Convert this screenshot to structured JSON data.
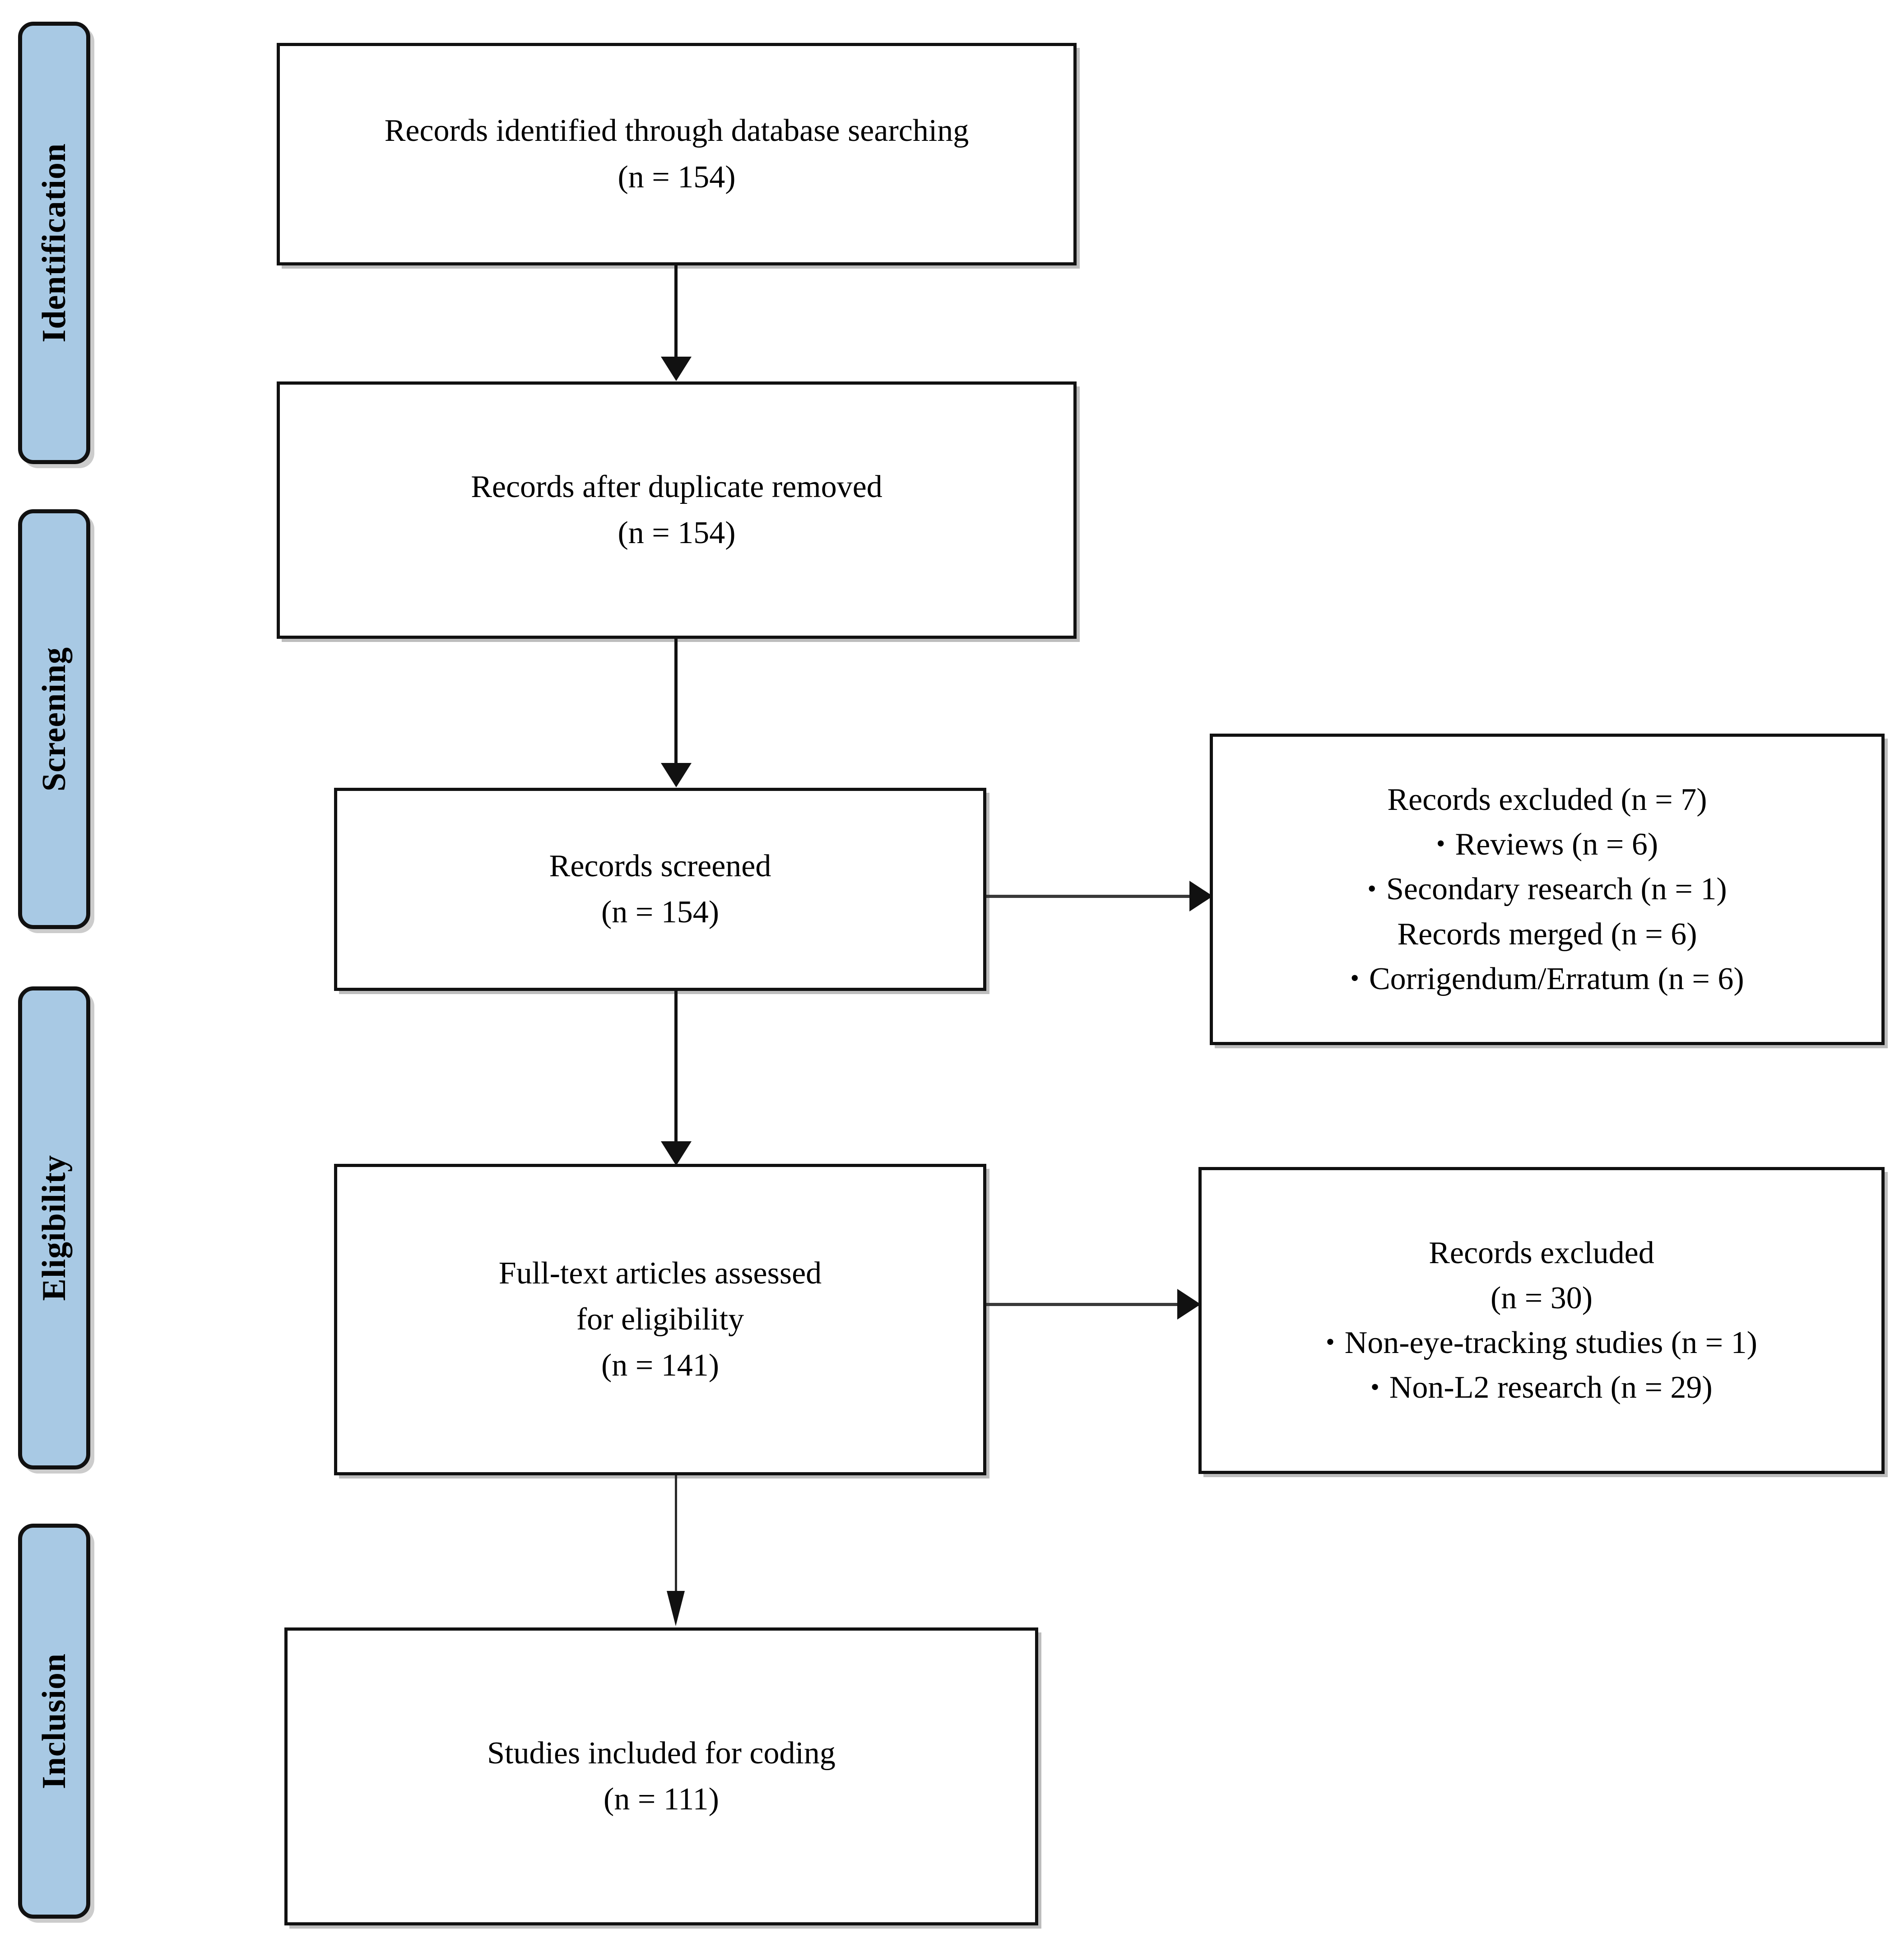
{
  "diagram": {
    "title": "PRISMA flow diagram of study selection",
    "accent_color": "#a8c9e4",
    "line_color": "#111111",
    "background_color": "#ffffff"
  },
  "stages": [
    {
      "label": "Identification"
    },
    {
      "label": "Screening"
    },
    {
      "label": "Eligibility"
    },
    {
      "label": "Inclusion"
    }
  ],
  "boxes": {
    "identified": {
      "line1": "Records identified through database  searching",
      "line2": "(n = 154)"
    },
    "after_duplicates": {
      "line1": "Records after duplicate removed",
      "line2": "(n = 154)"
    },
    "screened": {
      "line1": "Records screened",
      "line2": "(n = 154)"
    },
    "excluded_screening": {
      "line1": "Records excluded (n = 7)",
      "line2": "Reviews (n = 6)",
      "line3": "Secondary research (n = 1)",
      "line4": "Records merged (n = 6)",
      "line5": "Corrigendum/Erratum (n = 6)",
      "bullet": "•"
    },
    "fulltext": {
      "line1": "Full-text articles assessed",
      "line2": "for eligibility",
      "line3": "(n = 141)"
    },
    "excluded_eligibility": {
      "line1": "Records excluded",
      "line2": "(n = 30)",
      "line3": "Non-eye-tracking studies (n = 1)",
      "line4": "Non-L2 research (n = 29)",
      "bullet": "•"
    },
    "included": {
      "line1": "Studies included for coding",
      "line2": "(n = 111)"
    }
  },
  "chart_data": {
    "type": "diagram",
    "title": "PRISMA flow diagram",
    "nodes": [
      {
        "id": "identified",
        "stage": "Identification",
        "label": "Records identified through database searching",
        "n": 154
      },
      {
        "id": "after_duplicates",
        "stage": "Identification",
        "label": "Records after duplicate removed",
        "n": 154
      },
      {
        "id": "screened",
        "stage": "Screening",
        "label": "Records screened",
        "n": 154
      },
      {
        "id": "excluded_screening",
        "stage": "Screening",
        "label": "Records excluded",
        "n": 7,
        "reasons": [
          {
            "label": "Reviews",
            "n": 6
          },
          {
            "label": "Secondary research",
            "n": 1
          },
          {
            "label": "Records merged",
            "n": 6
          },
          {
            "label": "Corrigendum/Erratum",
            "n": 6
          }
        ]
      },
      {
        "id": "fulltext",
        "stage": "Eligibility",
        "label": "Full-text articles assessed for eligibility",
        "n": 141
      },
      {
        "id": "excluded_eligibility",
        "stage": "Eligibility",
        "label": "Records excluded",
        "n": 30,
        "reasons": [
          {
            "label": "Non-eye-tracking studies",
            "n": 1
          },
          {
            "label": "Non-L2 research",
            "n": 29
          }
        ]
      },
      {
        "id": "included",
        "stage": "Inclusion",
        "label": "Studies included for coding",
        "n": 111
      }
    ],
    "edges": [
      {
        "from": "identified",
        "to": "after_duplicates",
        "direction": "down"
      },
      {
        "from": "after_duplicates",
        "to": "screened",
        "direction": "down"
      },
      {
        "from": "screened",
        "to": "excluded_screening",
        "direction": "right"
      },
      {
        "from": "screened",
        "to": "fulltext",
        "direction": "down"
      },
      {
        "from": "fulltext",
        "to": "excluded_eligibility",
        "direction": "right"
      },
      {
        "from": "fulltext",
        "to": "included",
        "direction": "down"
      }
    ]
  }
}
